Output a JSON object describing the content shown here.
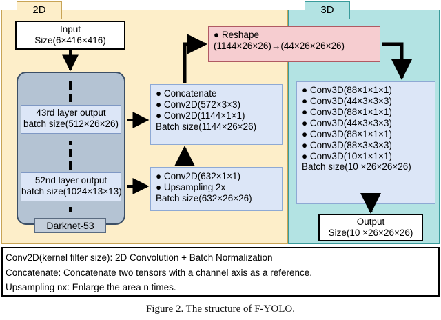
{
  "figure": {
    "caption": "Figure 2.   The structure of F-YOLO.",
    "panels": {
      "left_label": "2D",
      "right_label": "3D"
    },
    "colors": {
      "panel_2d": "#fdeec9",
      "panel_3d": "#b3e3e3",
      "box_blue": "#dce6f7",
      "box_pink": "#f6cdd0",
      "box_gray": "#b4c3d3",
      "box_white": "#ffffff",
      "stroke": "#000000"
    }
  },
  "nodes": {
    "input": {
      "title": "Input",
      "size": "Size(6×416×416)"
    },
    "backbone": {
      "label": "Darknet-53",
      "layer43": {
        "title": "43rd layer output",
        "size": "batch size(512×26×26)"
      },
      "layer52": {
        "title": "52nd layer output",
        "size": "batch size(1024×13×13)"
      }
    },
    "concat": {
      "items": [
        "Concatenate",
        "Conv2D(572×3×3)",
        "Conv2D(1144×1×1)"
      ],
      "batch": "Batch size(1144×26×26)"
    },
    "upsample": {
      "items": [
        "Conv2D(632×1×1)",
        "Upsampling 2x"
      ],
      "batch": "Batch size(632×26×26)"
    },
    "reshape": {
      "items": [
        "Reshape"
      ],
      "detail": "(1144×26×26)→(44×26×26×26)"
    },
    "conv3d": {
      "items": [
        "Conv3D(88×1×1×1)",
        "Conv3D(44×3×3×3)",
        "Conv3D(88×1×1×1)",
        "Conv3D(44×3×3×3)",
        "Conv3D(88×1×1×1)",
        "Conv3D(88×3×3×3)",
        "Conv3D(10×1×1×1)"
      ],
      "batch": "Batch size(10 ×26×26×26)"
    },
    "output": {
      "title": "Output",
      "size": "Size(10 ×26×26×26)"
    }
  },
  "legend": {
    "lines": [
      "Conv2D(kernel filter size): 2D Convolution + Batch Normalization",
      "Concatenate: Concatenate two tensors with a channel axis as a reference.",
      "Upsampling nx: Enlarge the area n times."
    ]
  }
}
